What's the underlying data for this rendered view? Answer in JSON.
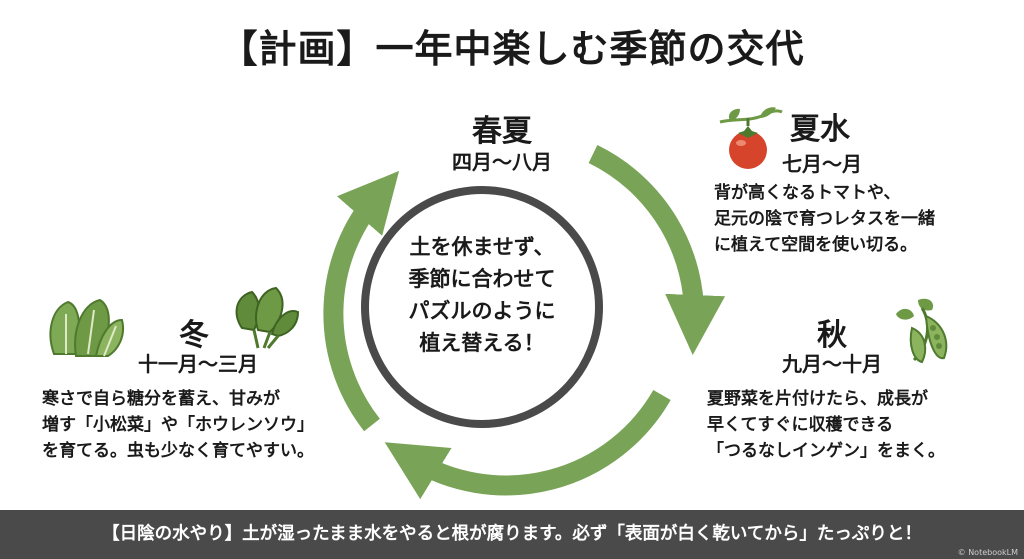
{
  "title": "【計画】一年中楽しむ季節の交代",
  "center": {
    "lines": [
      "土を休ませず、",
      "季節に合わせて",
      "パズルのように",
      "植え替える！"
    ]
  },
  "seasons": {
    "spring": {
      "name": "春夏",
      "months": "四月〜八月"
    },
    "summer": {
      "name": "夏水",
      "months": "七月〜月",
      "lines": [
        "背が高くなるトマトや、",
        "足元の陰で育つレタスを一緒",
        "に植えて空間を使い切る。"
      ]
    },
    "autumn": {
      "name": "秋",
      "months": "九月〜十月",
      "lines": [
        "夏野菜を片付けたら、成長が",
        "早くてすぐに収穫できる",
        "「つるなしインゲン」をまく。"
      ]
    },
    "winter": {
      "name": "冬",
      "months": "十一月〜三月",
      "lines": [
        "寒さで自ら糖分を蓄え、甘みが",
        "増す「小松菜」や「ホウレンソウ」",
        "を育てる。虫も少なく育てやすい。"
      ]
    }
  },
  "footer": "【日陰の水やり】土が湿ったまま水をやると根が腐ります。必ず「表面が白く乾いてから」たっぷりと！",
  "watermark": "© NotebookLM",
  "icons": {
    "tomato": "tomato-icon",
    "peas": "pea-pod-icon",
    "cabbage": "leafy-greens-icon",
    "spinach": "spinach-icon"
  },
  "colors": {
    "arrow": "#79a457",
    "ring": "#4a4a4a",
    "tomato": "#d7442c",
    "leaf": "#6f9a45",
    "footer_bg": "#4a4a4a"
  }
}
